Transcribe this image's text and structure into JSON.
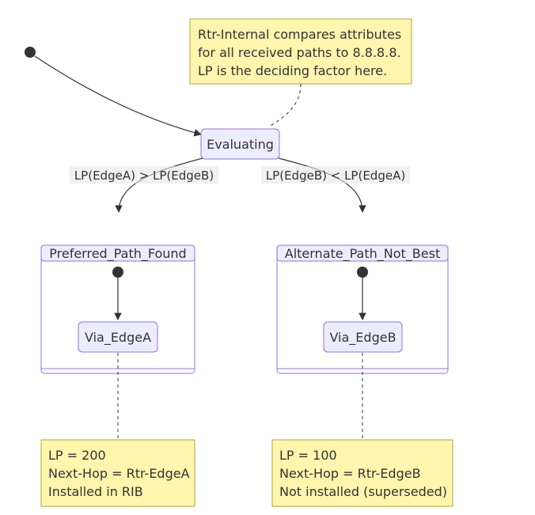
{
  "note_top": {
    "lines": [
      "Rtr-Internal compares attributes",
      "for all received paths to 8.8.8.8.",
      "LP is the deciding factor here."
    ]
  },
  "states": {
    "evaluating": "Evaluating"
  },
  "edge_labels": {
    "left": "LP(EdgeA) > LP(EdgeB)",
    "right": "LP(EdgeB) < LP(EdgeA)"
  },
  "clusters": {
    "preferred": {
      "title": "Preferred_Path_Found",
      "state": "Via_EdgeA"
    },
    "alternate": {
      "title": "Alternate_Path_Not_Best",
      "state": "Via_EdgeB"
    }
  },
  "note_left": {
    "lines": [
      "LP = 200",
      "Next-Hop = Rtr-EdgeA",
      "Installed in RIB"
    ]
  },
  "note_right": {
    "lines": [
      "LP = 100",
      "Next-Hop = Rtr-EdgeB",
      "Not installed (superseded)"
    ]
  }
}
